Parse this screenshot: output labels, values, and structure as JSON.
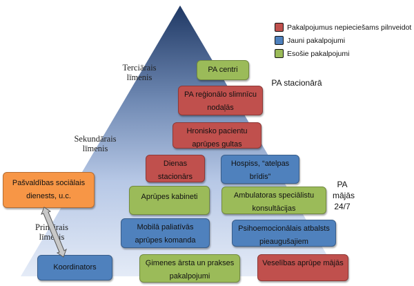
{
  "legend": {
    "items": [
      {
        "label": "Pakalpojumus nepieciešams pilnveidot",
        "color": "#c0504d"
      },
      {
        "label": "Jauni pakalpojumi",
        "color": "#4f81bd"
      },
      {
        "label": "Esošie pakalpojumi",
        "color": "#9bbb59"
      }
    ]
  },
  "colors": {
    "pyramid_top": "#1f3864",
    "pyramid_bottom": "#dfe7f5",
    "red": "#c0504d",
    "blue": "#4f81bd",
    "green": "#9bbb59",
    "orange": "#f79646"
  },
  "levels": {
    "tertiary": "Terciārais līmenis",
    "secondary": "Sekundārais līmenis",
    "primary": "Primārais līmenis"
  },
  "side_labels": {
    "inpatient": "PA stacionārā",
    "home": "PA mājās 24/7"
  },
  "boxes": {
    "pa_centri": "PA centri",
    "pa_regionalo": "PA reģionālo slimnīcu nodaļās",
    "hronisko": "Hronisko pacientu aprūpes gultas",
    "dienas": "Dienas stacionārs",
    "hospiss": "Hospiss, “atelpas brīdis”",
    "aprupes_kabineti": "Aprūpes kabineti",
    "ambulatoras": "Ambulatoras speciālistu konsultācijas",
    "mobila": "Mobilā paliatīvās aprūpes komanda",
    "psihoemocionalais": "Psihoemocionālais atbalsts pieaugušajiem",
    "gimenes": "Ģimenes ārsta un prakses pakalpojumi",
    "veselibas": "Veselības aprūpe mājās",
    "koordinators": "Koordinators",
    "pasvaldibas": "Pašvaldības sociālais dienests, u.c."
  }
}
